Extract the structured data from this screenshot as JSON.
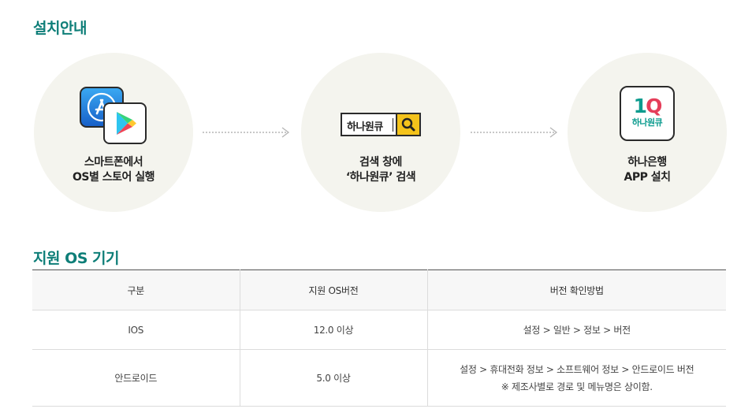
{
  "install": {
    "title": "설치안내",
    "steps": [
      {
        "line1": "스마트폰에서",
        "line2": "OS별 스토어 실행"
      },
      {
        "line1": "검색 창에",
        "line2": "‘하나원큐’ 검색",
        "search_text": "하나원큐"
      },
      {
        "line1": "하나은행",
        "line2": "APP 설치",
        "app_logo": "1Q",
        "app_name": "하나원큐"
      }
    ],
    "icons": [
      "app-store-icon",
      "google-play-icon",
      "search-icon",
      "hana-1q-app-icon",
      "dotted-arrow-icon"
    ]
  },
  "support": {
    "title": "지원 OS 기기",
    "headers": [
      "구분",
      "지원 OS버전",
      "버전 확인방법"
    ],
    "rows": [
      {
        "type": "IOS",
        "version": "12.0 이상",
        "method": "설정 > 일반 > 정보 > 버전",
        "note": ""
      },
      {
        "type": "안드로이드",
        "version": "5.0 이상",
        "method": "설정 > 휴대전화 정보 > 소프트웨어 정보 > 안드로이드 버전",
        "note": "※ 제조사별로 경로 및 메뉴명은 상이함."
      }
    ]
  },
  "colors": {
    "accent": "#0e7e78",
    "circle": "#f4f4ee",
    "search_button": "#f4c31b",
    "hana_green": "#0b9b8e",
    "hana_red": "#e53e5a"
  }
}
